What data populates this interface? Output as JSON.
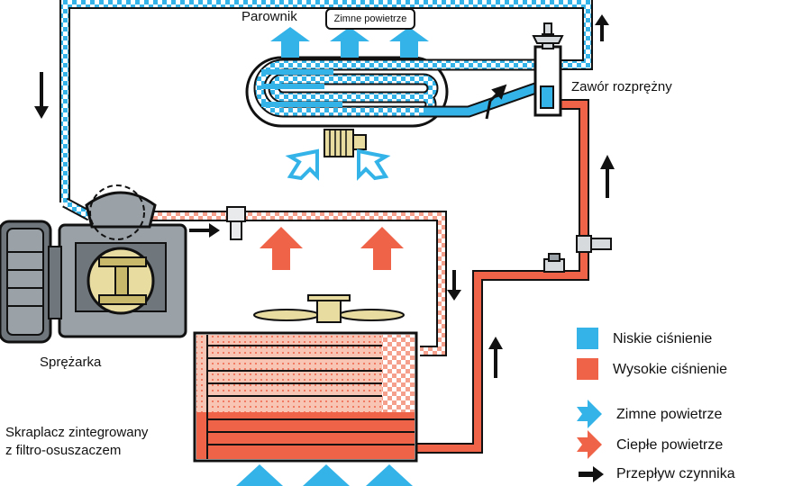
{
  "labels": {
    "evaporator": "Parownik",
    "cold_air_box": "Zimne powietrze",
    "expansion_valve": "Zawór rozprężny",
    "compressor": "Sprężarka",
    "condenser_line1": "Skraplacz zintegrowany",
    "condenser_line2": "z filtro-osuszaczem"
  },
  "legend": [
    {
      "type": "swatch",
      "color": "#33b3e8",
      "text": "Niskie ciśnienie"
    },
    {
      "type": "swatch",
      "color": "#ef6448",
      "text": "Wysokie ciśnienie"
    },
    {
      "type": "arrow",
      "color": "#33b3e8",
      "text": "Zimne powietrze"
    },
    {
      "type": "arrow",
      "color": "#ef6448",
      "text": "Ciepłe powietrze"
    },
    {
      "type": "flow",
      "color": "#111111",
      "text": "Przepływ czynnika"
    }
  ],
  "colors": {
    "low_pressure": "#33b3e8",
    "high_pressure": "#ef6448",
    "outline": "#111111",
    "metal": "#9aa2a8",
    "brass": "#e8dca0"
  }
}
